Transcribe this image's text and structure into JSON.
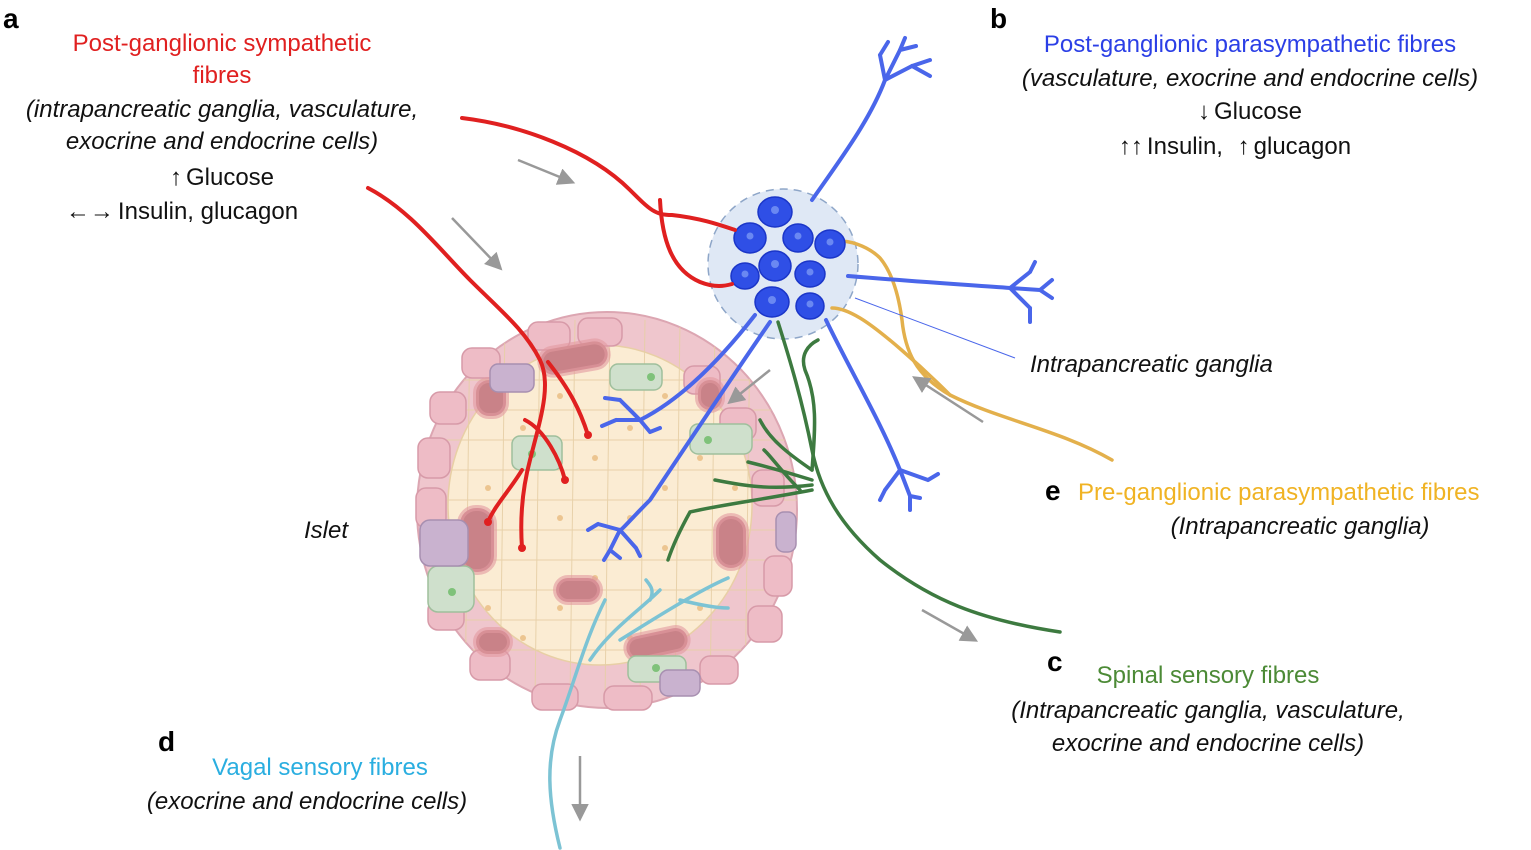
{
  "panels": {
    "a": {
      "letter": "a",
      "title_line1": "Post-ganglionic sympathetic",
      "title_line2": "fibres",
      "targets_line1": "(intrapancreatic ganglia, vasculature,",
      "targets_line2": "exocrine and endocrine cells)",
      "effect1_arrow": "↑",
      "effect1": "Glucose",
      "effect2_arrow": "←→",
      "effect2": "Insulin, glucagon"
    },
    "b": {
      "letter": "b",
      "title": "Post-ganglionic parasympathetic fibres",
      "targets": "(vasculature, exocrine and endocrine cells)",
      "effect1_arrow": "↓",
      "effect1": "Glucose",
      "effect2_arrow": "↑↑",
      "effect2": "Insulin,",
      "effect3_arrow": "↑",
      "effect3": "glucagon"
    },
    "c": {
      "letter": "c",
      "title": "Spinal sensory fibres",
      "targets_line1": "(Intrapancreatic ganglia, vasculature,",
      "targets_line2": "exocrine and endocrine cells)"
    },
    "d": {
      "letter": "d",
      "title": "Vagal sensory fibres",
      "targets": "(exocrine and endocrine cells)"
    },
    "e": {
      "letter": "e",
      "title": "Pre-ganglionic parasympathetic fibres",
      "targets": "(Intrapancreatic ganglia)"
    }
  },
  "labels": {
    "islet": "Islet",
    "ganglia": "Intrapancreatic ganglia"
  },
  "colors": {
    "sympathetic": "#e02020",
    "parasympathetic": "#2b3fe6",
    "preganglionic": "#f0b324",
    "spinal_sensory": "#4c8a36",
    "vagal_sensory": "#2aaee0",
    "flow_arrow": "#999999"
  }
}
